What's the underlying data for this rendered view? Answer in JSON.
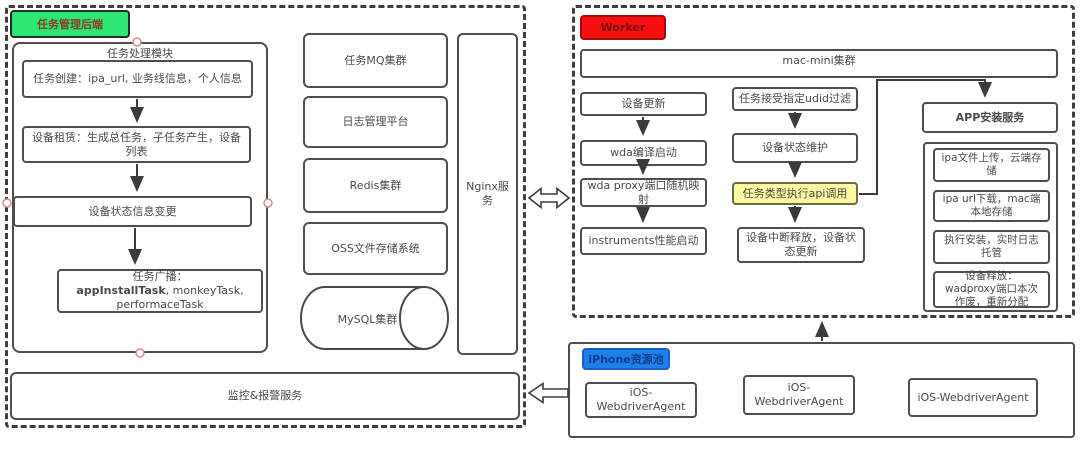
{
  "backend": {
    "label": "任务管理后端",
    "module": {
      "title": "任务处理模块",
      "steps": [
        "任务创建：ipa_url, 业务线信息，个人信息",
        "设备租赁：生成总任务，子任务产生，设备列表",
        "设备状态信息变更",
        {
          "line1": "任务广播：",
          "bold": "appInstallTask",
          "rest": ", monkeyTask, performaceTask"
        }
      ]
    },
    "monitor": "监控&报警服务",
    "infra": {
      "mq": "任务MQ集群",
      "log": "日志管理平台",
      "redis": "Redis集群",
      "oss": "OSS文件存储系统",
      "mysql": "MySQL集群",
      "nginx": "Nginx服务"
    }
  },
  "worker": {
    "label": "Worker",
    "cluster": "mac-mini集群",
    "col1": [
      "设备更新",
      "wda编译启动",
      "wda proxy端口随机映射",
      "instruments性能启动"
    ],
    "col2": [
      "任务接受指定udid过滤",
      "设备状态维护",
      "任务类型执行api调用",
      "设备中断释放，设备状态更新"
    ],
    "install": {
      "title": "APP安装服务",
      "steps": [
        "ipa文件上传，云端存储",
        "ipa url下载，mac端本地存储",
        "执行安装，实时日志托管",
        "设备释放：wadproxy端口本次作废，重新分配"
      ]
    }
  },
  "pool": {
    "label": "iPhone资源池",
    "agents": [
      "iOS-WebdriverAgent",
      "iOS-WebdriverAgent",
      "iOS-WebdriverAgent"
    ]
  },
  "colors": {
    "backend_label_bg": "#2ee672",
    "worker_label_bg": "#f50f0f",
    "pool_label_bg": "#1e80e8",
    "highlight_box_bg": "#fbf8a0",
    "line": "#3b3b3b",
    "handle": "#cf8f8c"
  }
}
